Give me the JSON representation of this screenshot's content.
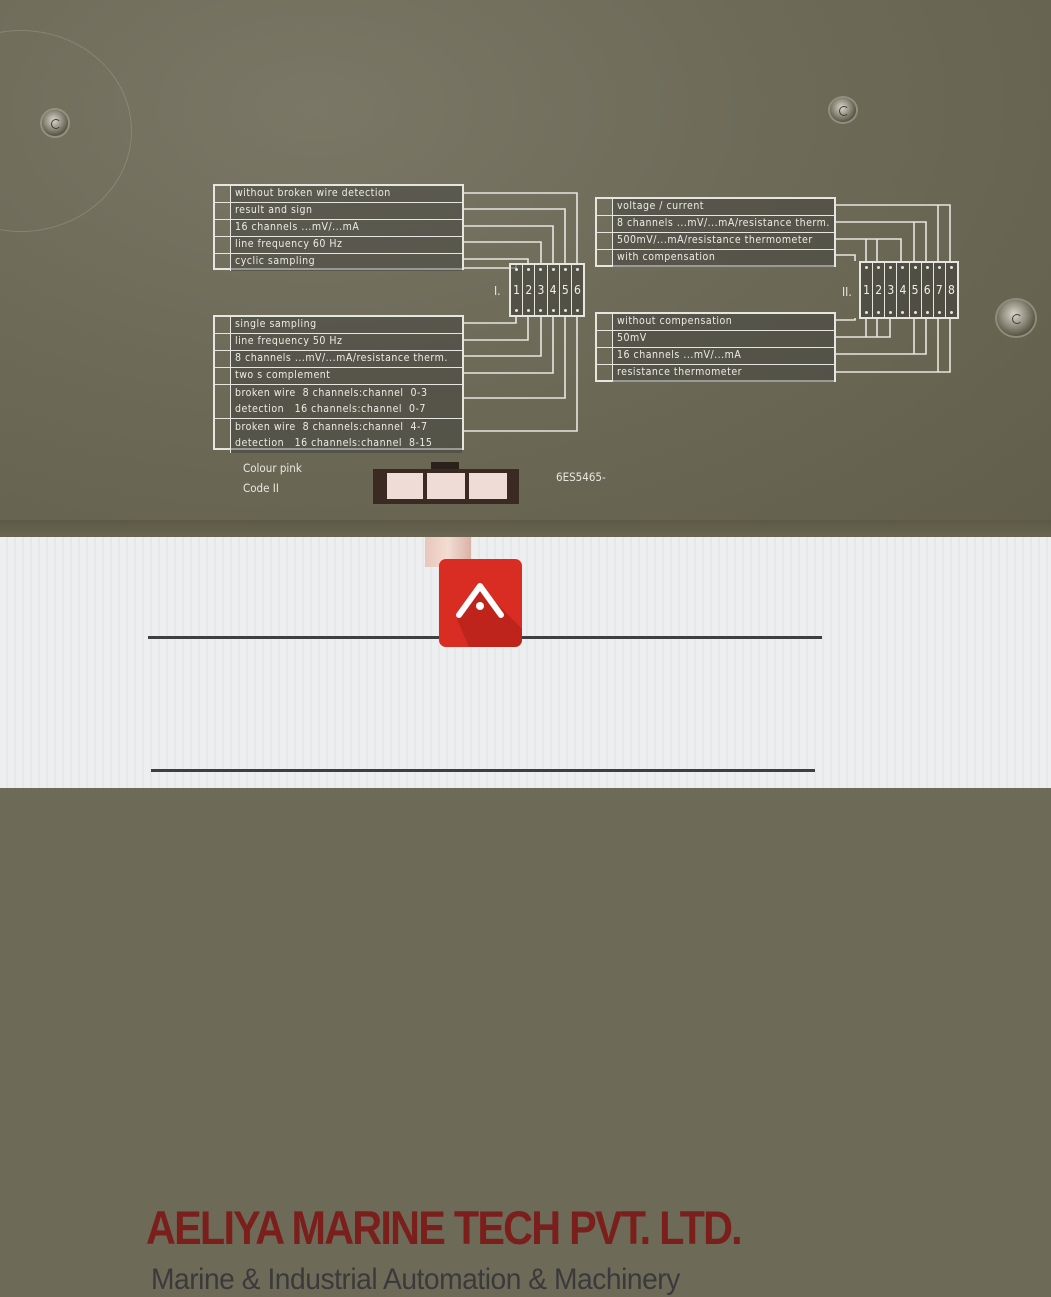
{
  "panel": {
    "group_1": {
      "connector_label": "I.",
      "pins": [
        "1",
        "2",
        "3",
        "4",
        "5",
        "6"
      ],
      "upper_options": [
        "without broken wire detection",
        "result and sign",
        "16 channels ...mV/...mA",
        "line frequency 60 Hz",
        "cyclic sampling"
      ],
      "lower_options": [
        {
          "line1": "single sampling"
        },
        {
          "line1": "line frequency 50 Hz"
        },
        {
          "line1": "8 channels ...mV/...mA/resistance therm."
        },
        {
          "line1": "two s complement"
        },
        {
          "line1": "broken wire  8 channels:channel  0-3",
          "line2": "detection   16 channels:channel  0-7"
        },
        {
          "line1": "broken wire  8 channels:channel  4-7",
          "line2": "detection   16 channels:channel  8-15"
        }
      ]
    },
    "group_2": {
      "connector_label": "II.",
      "pins": [
        "1",
        "2",
        "3",
        "4",
        "5",
        "6",
        "7",
        "8"
      ],
      "upper_options": [
        "voltage / current",
        "8 channels ...mV/...mA/resistance therm.",
        "500mV/...mA/resistance thermometer",
        "with compensation"
      ],
      "lower_options": [
        "without compensation",
        "50mV",
        "16 channels ...mV/...mA",
        "resistance thermometer"
      ]
    },
    "colour_label": "Colour pink",
    "code_label": "Code II",
    "part_number": "6ES5465-"
  },
  "sign": {
    "company_name": "AELIYA MARINE TECH PVT. LTD.",
    "tagline": "Marine & Industrial Automation & Machinery",
    "logo_color": "#d92c22",
    "name_color": "#7b1f1c"
  }
}
